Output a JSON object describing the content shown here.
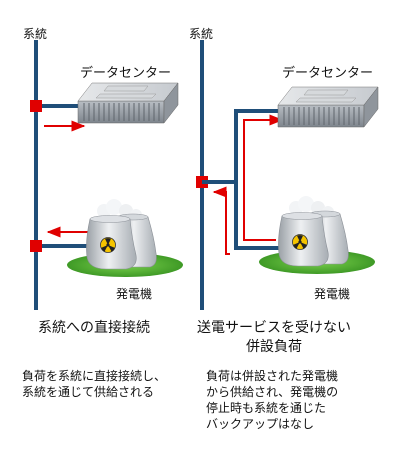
{
  "left": {
    "grid_label": "系統",
    "datacenter_label": "データセンター",
    "generator_label": "発電機",
    "caption": "系統への直接接続",
    "description": "負荷を系統に直接接続し、\n系統を通じて供給される"
  },
  "right": {
    "grid_label": "系統",
    "datacenter_label": "データセンター",
    "generator_label": "発電機",
    "caption": "送電サービスを受けない\n併設負荷",
    "description": "負荷は併設された発電機\nから供給され、発電機の\n停止時も系統を通じた\nバックアップはなし"
  },
  "colors": {
    "grid_line": "#1f4e79",
    "connection_point": "#e00000",
    "power_flow_arrow": "#e00000",
    "ground": "#4caf2e",
    "nuclear_symbol": "#f5c400"
  },
  "icons": [
    "datacenter-icon",
    "nuclear-plant-icon",
    "connection-point-icon",
    "power-flow-arrow-icon"
  ]
}
